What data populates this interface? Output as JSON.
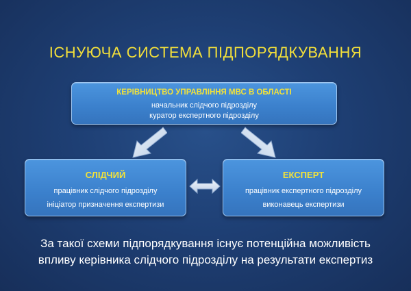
{
  "title": "ІСНУЮЧА СИСТЕМА ПІДПОРЯДКУВАННЯ",
  "top_box": {
    "heading": "КЕРІВНИЦТВО УПРАВЛІННЯ МВС  В ОБЛАСТІ",
    "line1": "начальник слідчого підрозділу",
    "line2": "куратор експертного підрозділу"
  },
  "left_box": {
    "heading": "СЛІДЧИЙ",
    "line1": "працівник слідчого підрозділу",
    "line2": "ініціатор призначення експертизи"
  },
  "right_box": {
    "heading": "ЕКСПЕРТ",
    "line1": "працівник експертного підрозділу",
    "line2": "виконавець експертизи"
  },
  "caption": {
    "line1": "За такої схеми підпорядкування існує потенційна можливість",
    "line2": "впливу керівника слідчого підрозділу на результати експертиз"
  },
  "colors": {
    "background": "#1e3f74",
    "box_fill": "#4088d4",
    "heading": "#f2df3a",
    "text": "#ffffff",
    "arrow": "#dfe9f6"
  },
  "icons": [
    "arrow-down-left-icon",
    "arrow-down-right-icon",
    "double-arrow-horizontal-icon"
  ]
}
